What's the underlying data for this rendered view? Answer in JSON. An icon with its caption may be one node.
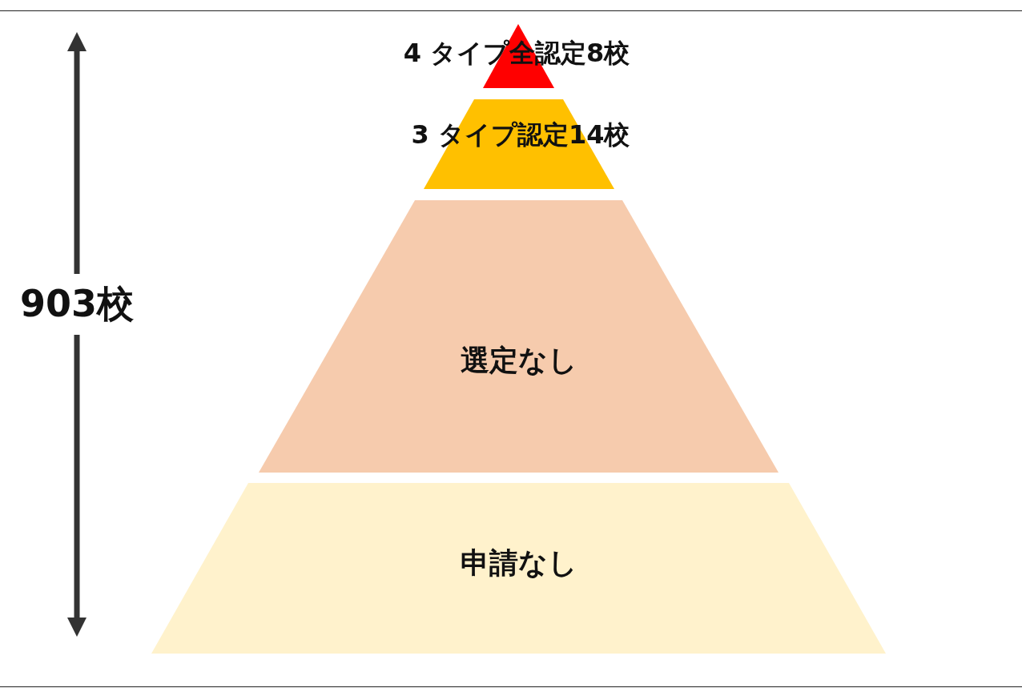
{
  "diagram": {
    "nodes": [
      {
        "text": [
          "4 タイプ全認定8校"
        ]
      },
      {
        "text": [
          "3 タイプ認定14校"
        ]
      },
      {
        "text": [
          "選定なし"
        ]
      },
      {
        "text": [
          "申請なし"
        ]
      }
    ],
    "labels": [
      "903校"
    ]
  }
}
